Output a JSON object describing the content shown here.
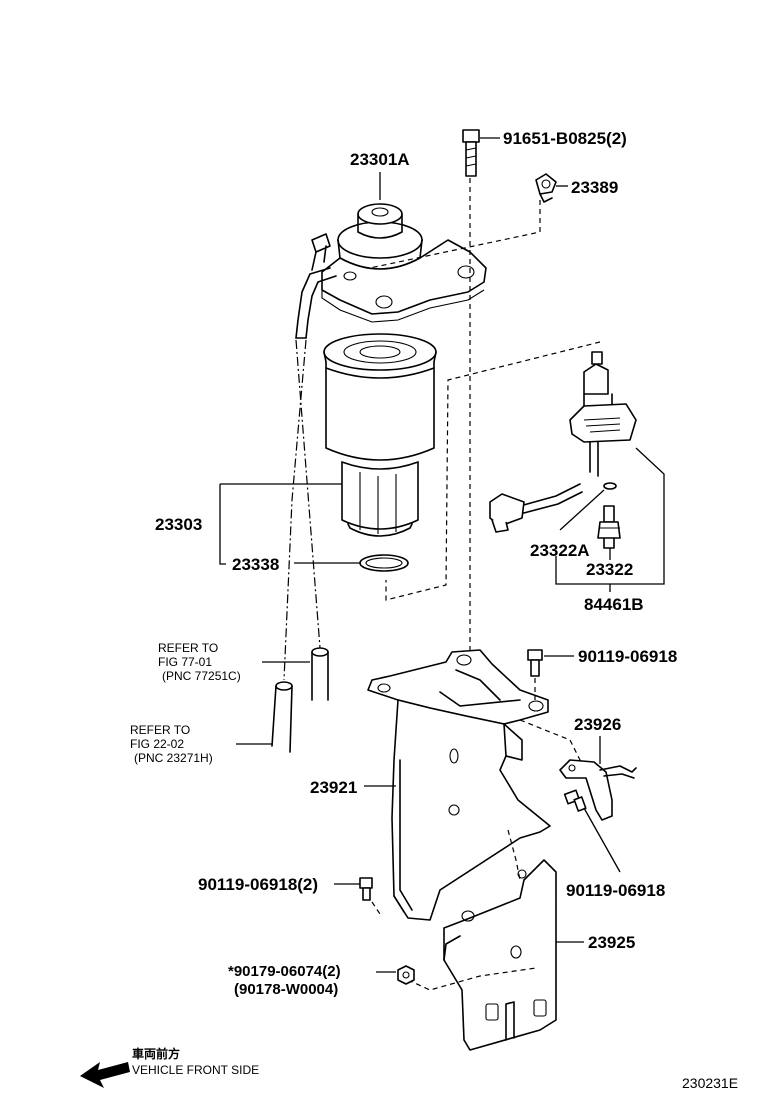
{
  "diagram": {
    "parts": {
      "filter_head": "23301A",
      "bolt_top": "91651-B0825(2)",
      "clip": "23389",
      "filter_assembly": "23303",
      "o_ring": "23338",
      "gasket": "23322A",
      "switch": "23322",
      "sensor_group": "84461B",
      "bolt_bracket": "90119-06918",
      "sub_bracket": "23926",
      "main_bracket": "23921",
      "bolt_left": "90119-06918(2)",
      "bolt_sub": "90119-06918",
      "plate": "23925",
      "nut": "*90179-06074(2)",
      "nut_alt": "(90178-W0004)"
    },
    "refs": {
      "ref1_line1": "REFER TO",
      "ref1_line2": "FIG 77-01",
      "ref1_line3": "(PNC 77251C)",
      "ref2_line1": "REFER TO",
      "ref2_line2": "FIG 22-02",
      "ref2_line3": "(PNC 23271H)"
    },
    "direction": {
      "label_jp": "車両前方",
      "label_en": "VEHICLE FRONT SIDE"
    },
    "figure_code": "230231E"
  }
}
